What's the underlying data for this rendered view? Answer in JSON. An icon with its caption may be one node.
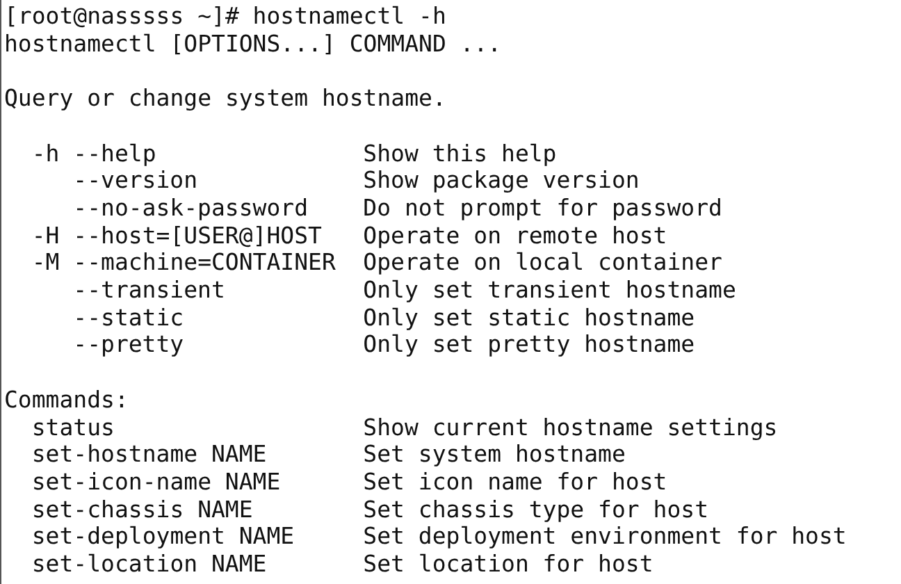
{
  "diagram": {
    "labels": [
      "[root@nasssss ~]# hostnamectl -h",
      "hostnamectl [OPTIONS...] COMMAND ...",
      "Query or change system hostname.",
      "-h --help",
      "Show this help",
      "--version",
      "Show package version",
      "--no-ask-password",
      "Do not prompt for password",
      "-H --host=[USER@]HOST",
      "Operate on remote host",
      "-M --machine=CONTAINER",
      "Operate on local container",
      "--transient",
      "Only set transient hostname",
      "--static",
      "Only set static hostname",
      "--pretty",
      "Only set pretty hostname",
      "Commands:",
      "status",
      "Show current hostname settings",
      "set-hostname NAME",
      "Set system hostname",
      "set-icon-name NAME",
      "Set icon name for host",
      "set-chassis NAME",
      "Set chassis type for host",
      "set-deployment NAME",
      "Set deployment environment for host",
      "set-location NAME",
      "Set location for host"
    ]
  }
}
